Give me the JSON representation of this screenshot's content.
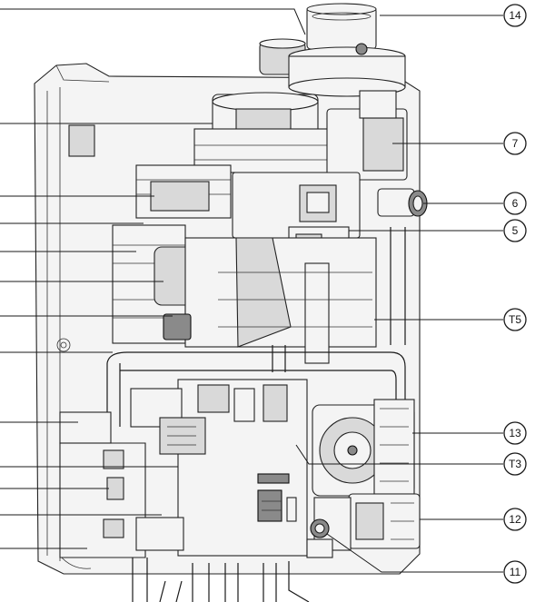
{
  "callouts": [
    {
      "key": "c14",
      "label": "14"
    },
    {
      "key": "c7",
      "label": "7"
    },
    {
      "key": "c6",
      "label": "6"
    },
    {
      "key": "c5",
      "label": "5"
    },
    {
      "key": "cT5",
      "label": "T5"
    },
    {
      "key": "c13",
      "label": "13"
    },
    {
      "key": "cT3",
      "label": "T3"
    },
    {
      "key": "c12",
      "label": "12"
    },
    {
      "key": "c11",
      "label": "11"
    }
  ]
}
